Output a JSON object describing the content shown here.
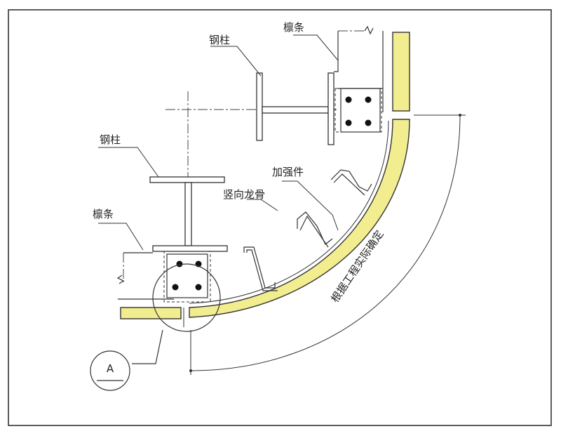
{
  "labels": {
    "purlin_top": "檩条",
    "column_top": "钢柱",
    "column_left": "钢柱",
    "purlin_left": "檩条",
    "stiffener": "加强件",
    "vertical_keel": "竖向龙骨",
    "dimension_note": "根据工程实际确定",
    "detail_marker": "A"
  },
  "colors": {
    "panel": "#f2ed8f",
    "line": "#333333"
  }
}
